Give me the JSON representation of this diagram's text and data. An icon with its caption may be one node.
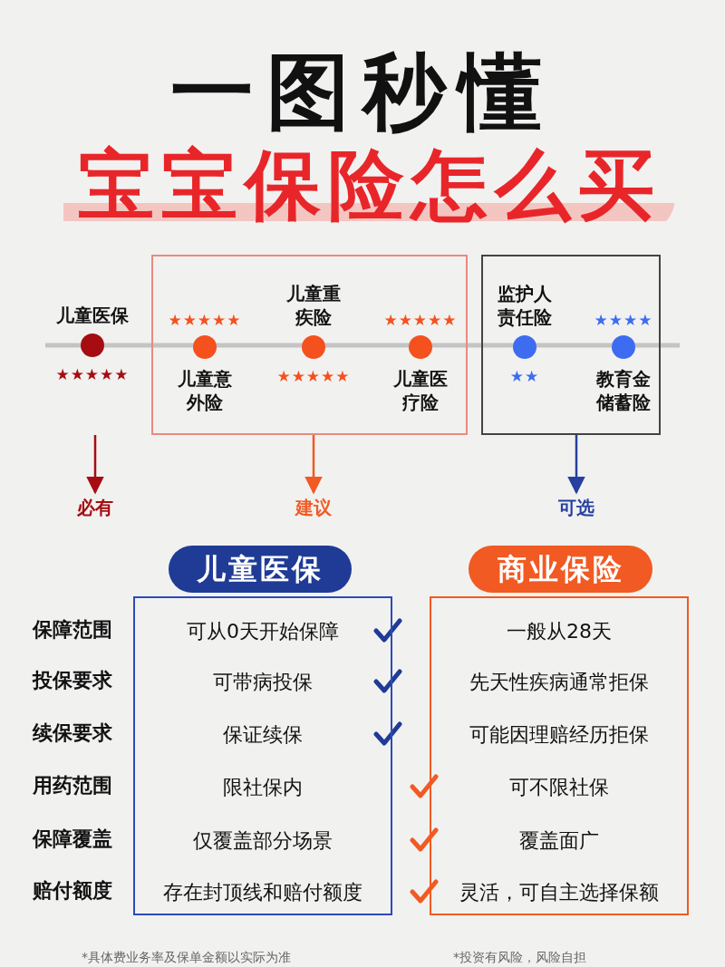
{
  "diagram": {
    "title": "一图秒懂",
    "nodes": [
      {
        "text": [
          "儿童医保",
          "★★★★★"
        ]
      },
      {
        "text": [],
        "shape": "box"
      },
      {
        "text": [
          "★★★★★",
          "儿童意外险"
        ],
        "in": 1
      },
      {
        "text": [
          "儿童重疾险",
          "★★★★★"
        ],
        "in": 1
      },
      {
        "text": [
          "★★★★★",
          "儿童医疗险"
        ],
        "in": 1
      },
      {
        "text": [],
        "shape": "box"
      },
      {
        "text": [
          "监护人责任险",
          "★★"
        ],
        "in": 5
      },
      {
        "text": [
          "★★★★",
          "教育金储蓄险"
        ],
        "in": 5
      },
      {
        "text": [
          "必有"
        ]
      },
      {
        "text": [
          "建议"
        ]
      },
      {
        "text": [
          "可选"
        ]
      },
      {
        "text": [
          "儿童医保"
        ]
      },
      {
        "text": [
          "可从0天开始保障",
          "可带病投保",
          "保证续保",
          "限社保内",
          "仅覆盖部分场景",
          "存在封顶线和赔付额度"
        ]
      },
      {
        "text": [
          "商业保险"
        ]
      },
      {
        "text": [
          "一般从28天",
          "先天性疾病通常拒保",
          "可能因理赔经历拒保",
          "可不限社保",
          "覆盖面广",
          "灵活，可自主选择保额"
        ]
      }
    ],
    "edges": [
      {
        "from": 0,
        "to": 8,
        "arrow": "to",
        "color": "#a50d12"
      },
      {
        "from": 1,
        "to": 9,
        "arrow": "to",
        "color": "#f15a22"
      },
      {
        "from": 5,
        "to": 10,
        "arrow": "to",
        "color": "#2540a0"
      }
    ],
    "labels": [
      "宝宝保险怎么买",
      "保障范围",
      "投保要求",
      "续保要求",
      "用药范围",
      "保障覆盖",
      "赔付额度",
      "*具体费业务率及保单金额以实际为准",
      "*投资有风险，风险自担"
    ]
  }
}
